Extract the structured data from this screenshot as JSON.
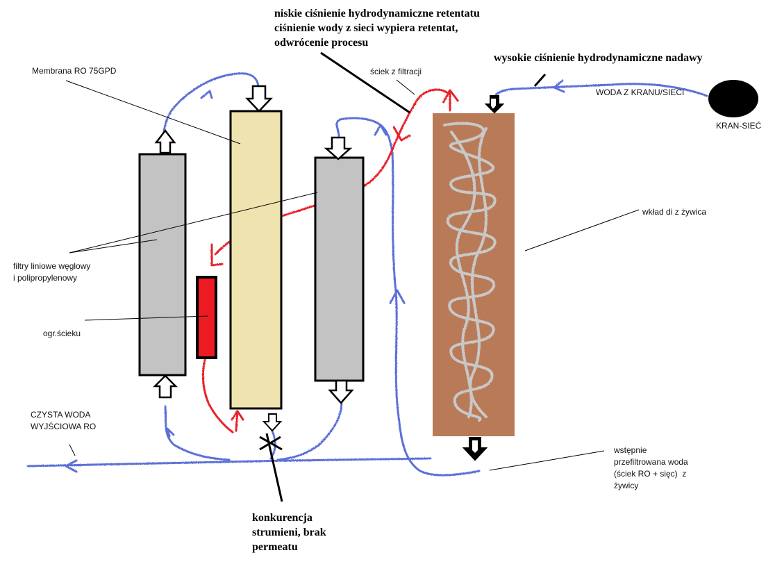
{
  "labels": {
    "membrane": "Membrana RO 75GPD",
    "waste_filtration": "ściek z filtracji",
    "tap_water": "WODA Z KRANU/SIECI",
    "tap_source": "KRAN-SIEĆ",
    "resin_cartridge": "wkład di z żywica",
    "line_filters_1": "filtry liniowe węglowy",
    "line_filters_2": "i polipropylenowy",
    "flow_restrictor": "ogr.ścieku",
    "clean_water_1": "CZYSTA WODA",
    "clean_water_2": "WYJŚCIOWA RO",
    "prefiltered_1": "wstępnie",
    "prefiltered_2": "przefiltrowana woda",
    "prefiltered_3": "(ściek RO + sięc)  z",
    "prefiltered_4": "żywicy"
  },
  "annotations": {
    "low_pressure_1": "niskie ciśnienie hydrodynamiczne retentatu",
    "low_pressure_2": "ciśnienie wody z sieci wypiera retentat,",
    "low_pressure_3": "odwrócenie procesu",
    "high_pressure": "wysokie ciśnienie hydrodynamiczne nadawy",
    "competition_1": "konkurencja",
    "competition_2": "strumieni, brak",
    "competition_3": "permeatu"
  },
  "colors": {
    "membrane_fill": "#efe4b0",
    "filter_fill": "#c3c3c3",
    "resin_fill": "#b97a57",
    "resin_scribble": "#c8c8c8",
    "restrictor_fill": "#ed1c24",
    "water_line": "#5b6fd6",
    "waste_line": "#e8202a",
    "tap_fill": "#000000"
  },
  "icons": [
    "arrow-up-icon",
    "arrow-down-icon",
    "cross-mark-icon"
  ]
}
